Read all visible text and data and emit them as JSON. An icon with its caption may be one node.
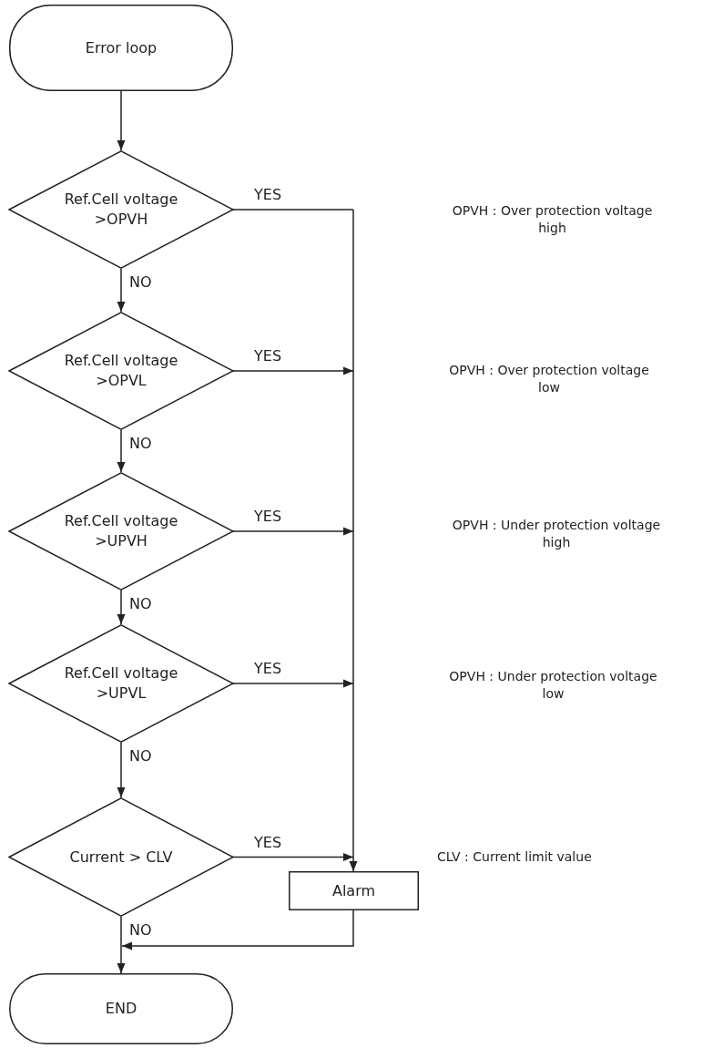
{
  "diagram": {
    "nodes": [
      {
        "text": [
          "Error loop"
        ]
      },
      {
        "text": [
          "Ref.Cell voltage >OPVH"
        ]
      },
      {
        "text": [
          "Ref.Cell voltage >OPVL"
        ]
      },
      {
        "text": [
          "Ref.Cell voltage >UPVH"
        ]
      },
      {
        "text": [
          "Ref.Cell voltage >UPVL"
        ]
      },
      {
        "text": [
          "Current > CLV"
        ]
      },
      {
        "text": [
          "Alarm"
        ]
      },
      {
        "text": [
          "END"
        ]
      }
    ],
    "edges": [
      {
        "from": 0,
        "to": 1,
        "arrow": "to"
      },
      {
        "from": 1,
        "to": 2,
        "arrow": "to",
        "label": "NO"
      },
      {
        "from": 2,
        "to": 3,
        "arrow": "to",
        "label": "NO"
      },
      {
        "from": 3,
        "to": 4,
        "arrow": "to",
        "label": "NO"
      },
      {
        "from": 4,
        "to": 5,
        "arrow": "to",
        "label": "NO"
      },
      {
        "from": 5,
        "to": 7,
        "arrow": "to",
        "label": "NO"
      },
      {
        "from": 1,
        "to": 6,
        "arrow": "to",
        "label": "YES"
      },
      {
        "from": 2,
        "to": 6,
        "arrow": "to",
        "label": "YES"
      },
      {
        "from": 3,
        "to": 6,
        "arrow": "to",
        "label": "YES"
      },
      {
        "from": 4,
        "to": 6,
        "arrow": "to",
        "label": "YES"
      },
      {
        "from": 5,
        "to": 6,
        "arrow": "to",
        "label": "YES"
      },
      {
        "from": 6,
        "to": 7,
        "arrow": "to"
      }
    ],
    "labels": [
      "OPVH : Over protection voltage high",
      "OPVH : Over protection voltage low",
      "OPVH : Under protection voltage high",
      "OPVH : Under protection voltage low",
      "CLV : Current limit value"
    ]
  }
}
